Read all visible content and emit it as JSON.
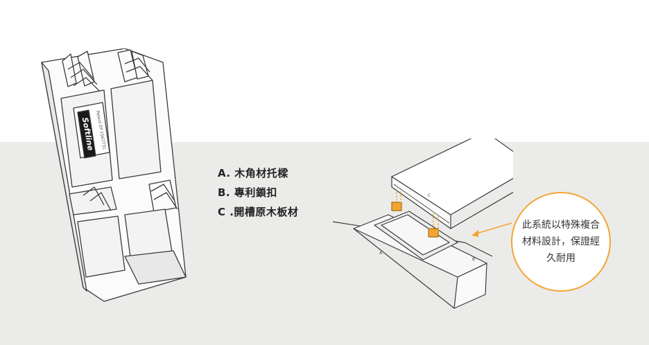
{
  "legend": {
    "item_a": "A. 木角材托樑",
    "item_b": "B. 專利鎖扣",
    "item_c": "C .開槽原木板材"
  },
  "clip": {
    "brand": "Softline",
    "patent": "Patent EP 1567731"
  },
  "assembly_labels": {
    "a": "A",
    "b": "B",
    "c": "C"
  },
  "callout": {
    "text": "此系統以特殊複合材料設計，保證經久耐用"
  },
  "colors": {
    "accent": "#f3a531",
    "band": "#ebebea",
    "line": "#333333"
  }
}
